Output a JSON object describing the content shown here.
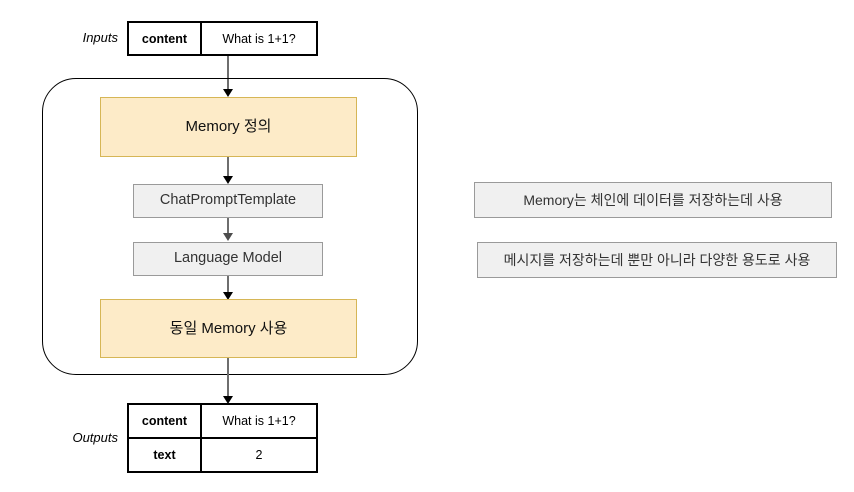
{
  "diagram": {
    "labels": {
      "inputs": "Inputs",
      "outputs": "Outputs"
    },
    "input_table": {
      "rows": [
        {
          "key": "content",
          "value": "What is 1+1?"
        }
      ]
    },
    "output_table": {
      "rows": [
        {
          "key": "content",
          "value": "What is 1+1?"
        },
        {
          "key": "text",
          "value": "2"
        }
      ]
    },
    "chain_nodes": [
      {
        "label": "Memory 정의",
        "style": "yellow"
      },
      {
        "label": "ChatPromptTemplate",
        "style": "gray"
      },
      {
        "label": "Language Model",
        "style": "gray"
      },
      {
        "label": "동일 Memory 사용",
        "style": "yellow"
      }
    ],
    "notes": [
      {
        "text": "Memory는 체인에 데이터를 저장하는데 사용"
      },
      {
        "text": "메시지를 저장하는데 뿐만 아니라 다양한 용도로 사용"
      }
    ],
    "colors": {
      "highlight_fill": "#fdebc8",
      "highlight_border": "#d6b656",
      "node_fill": "#f0f0f0",
      "node_border": "#9a9a9a",
      "outline": "#000000",
      "connector": "#6e6e6e",
      "background": "#ffffff"
    }
  }
}
